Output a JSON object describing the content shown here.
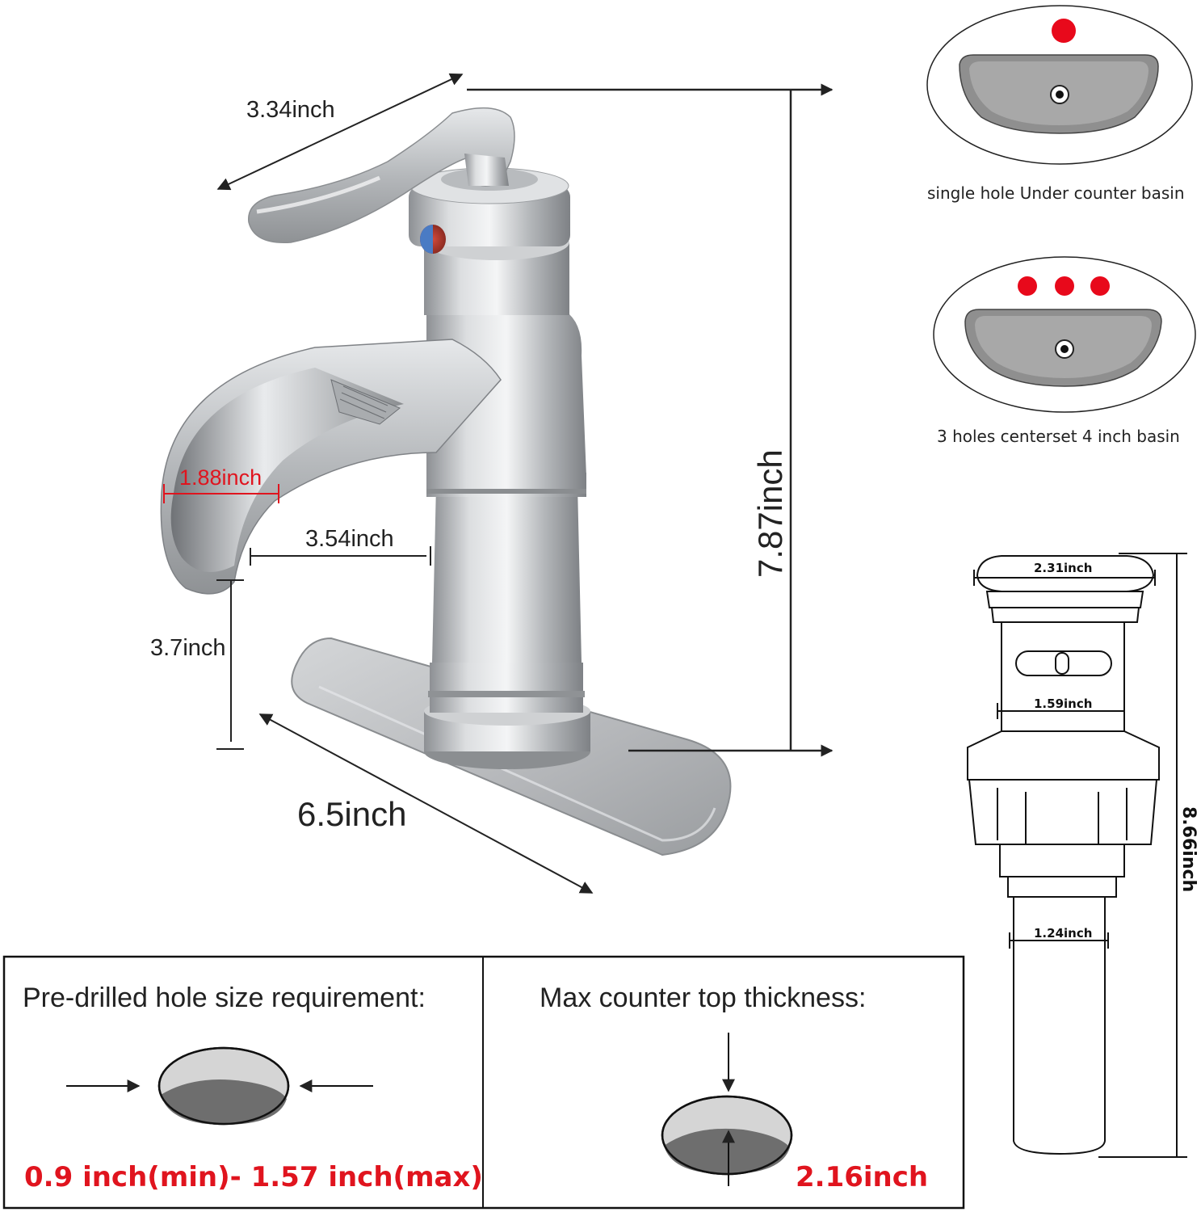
{
  "faucet_dimensions": {
    "handle_length": "3.34inch",
    "total_height": "7.87inch",
    "spout_width": "1.88inch",
    "spout_reach": "3.54inch",
    "spout_height": "3.7inch",
    "deck_plate_length": "6.5inch"
  },
  "basins": [
    {
      "label": "single hole Under counter basin",
      "holes": 1
    },
    {
      "label": "3 holes centerset 4 inch basin",
      "holes": 3
    }
  ],
  "drain_dimensions": {
    "cap_diameter": "2.31inch",
    "body_diameter": "1.59inch",
    "tail_diameter": "1.24inch",
    "total_height": "8.66inch"
  },
  "requirements": {
    "hole_title": "Pre-drilled hole size requirement:",
    "hole_range": "0.9 inch(min)- 1.57 inch(max)",
    "thickness_title": "Max counter top thickness:",
    "thickness_value": "2.16inch"
  },
  "colors": {
    "hole_dot": "#e8091b",
    "emphasis_text": "#e0141e",
    "metal": "#b9bcbf",
    "line": "#222222"
  }
}
